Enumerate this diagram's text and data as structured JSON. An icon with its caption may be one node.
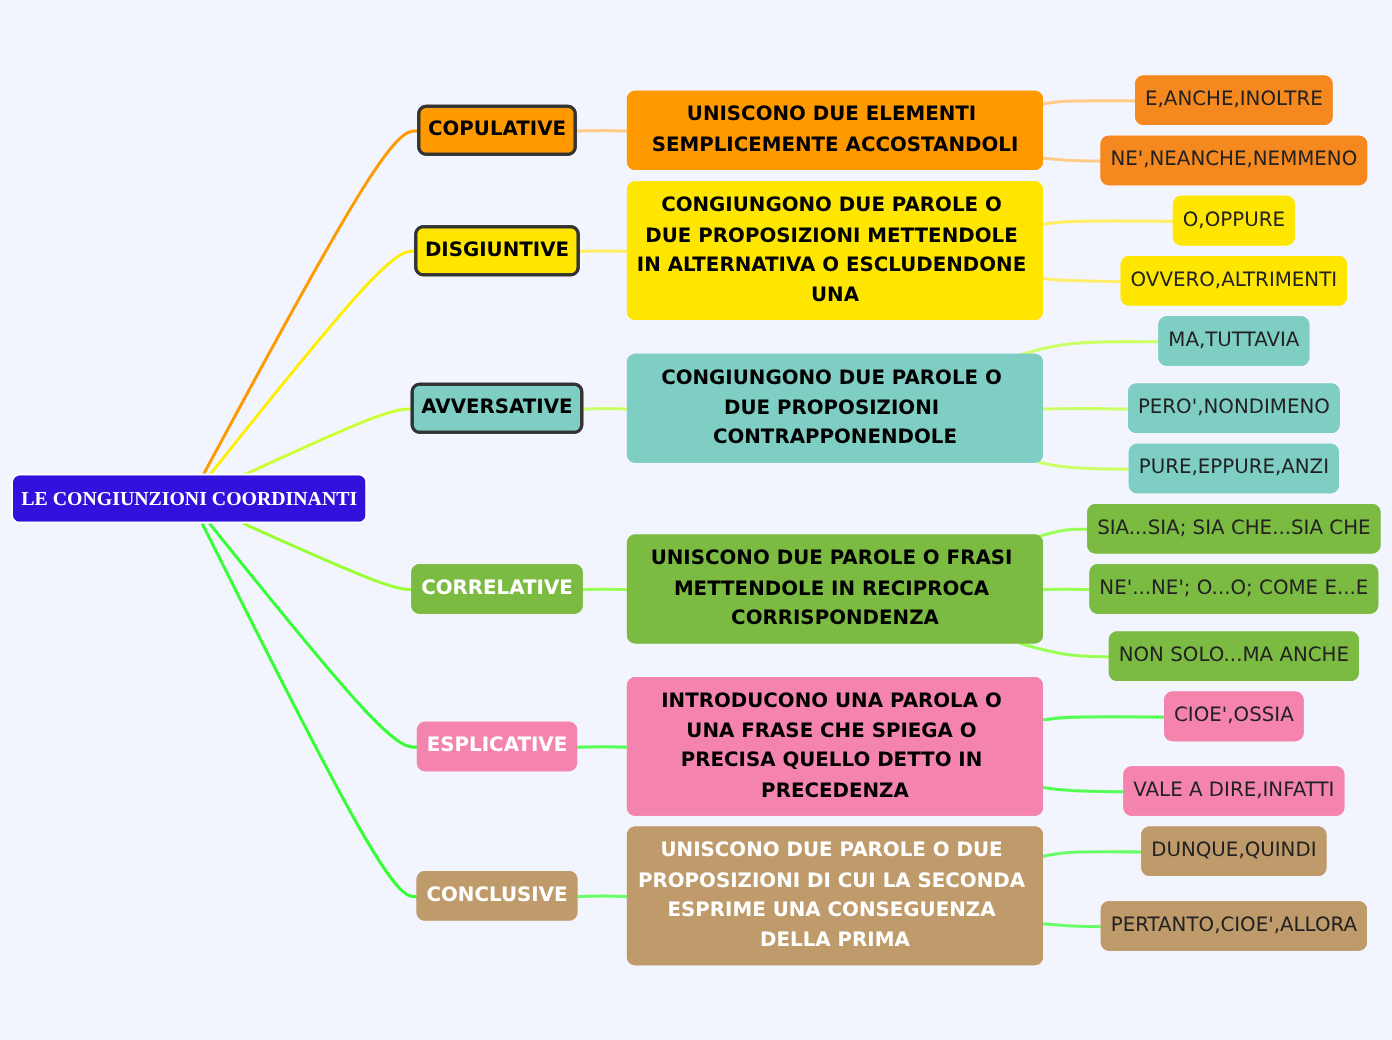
{
  "diagram": {
    "nodes": [
      {
        "text": [
          "LE CONGIUNZIONI COORDINANTI"
        ]
      },
      {
        "text": [
          "COPULATIVE"
        ]
      },
      {
        "text": [
          "UNISCONO DUE ELEMENTI SEMPLICEMENTE ACCOSTANDOLI"
        ]
      },
      {
        "text": [
          "E,ANCHE,INOLTRE"
        ]
      },
      {
        "text": [
          "NE',NEANCHE,NEMMENO"
        ]
      },
      {
        "text": [
          "DISGIUNTIVE"
        ]
      },
      {
        "text": [
          "CONGIUNGONO DUE PAROLE O DUE PROPOSIZIONI METTENDOLE IN ALTERNATIVA O ESCLUDENDONE UNA"
        ]
      },
      {
        "text": [
          "O,OPPURE"
        ]
      },
      {
        "text": [
          "OVVERO,ALTRIMENTI"
        ]
      },
      {
        "text": [
          "AVVERSATIVE"
        ]
      },
      {
        "text": [
          "CONGIUNGONO DUE PAROLE O DUE PROPOSIZIONI CONTRAPPONENDOLE"
        ]
      },
      {
        "text": [
          "MA,TUTTAVIA"
        ]
      },
      {
        "text": [
          "PERO',NONDIMENO"
        ]
      },
      {
        "text": [
          "PURE,EPPURE,ANZI"
        ]
      },
      {
        "text": [
          "CORRELATIVE"
        ]
      },
      {
        "text": [
          "UNISCONO DUE PAROLE O FRASI METTENDOLE IN RECIPROCA CORRISPONDENZA"
        ]
      },
      {
        "text": [
          "SIA...SIA; SIA CHE...SIA CHE"
        ]
      },
      {
        "text": [
          "NE'...NE'; O...O; COME E...E"
        ]
      },
      {
        "text": [
          "NON SOLO...MA ANCHE"
        ]
      },
      {
        "text": [
          "ESPLICATIVE"
        ]
      },
      {
        "text": [
          "INTRODUCONO UNA PAROLA O UNA FRASE CHE SPIEGA O PRECISA QUELLO DETTO IN PRECEDENZA"
        ]
      },
      {
        "text": [
          "CIOE',OSSIA"
        ]
      },
      {
        "text": [
          "VALE A DIRE,INFATTI"
        ]
      },
      {
        "text": [
          "CONCLUSIVE"
        ]
      },
      {
        "text": [
          "UNISCONO DUE PAROLE O DUE PROPOSIZIONI DI CUI LA SECONDA ESPRIME UNA CONSEGUENZA DELLA PRIMA"
        ]
      },
      {
        "text": [
          "DUNQUE,QUINDI"
        ]
      },
      {
        "text": [
          "PERTANTO,CIOE',ALLORA"
        ]
      }
    ],
    "edges": [
      {
        "from": 0,
        "to": 1,
        "arrow": "none",
        "color": "#ff9900"
      },
      {
        "from": 1,
        "to": 2,
        "arrow": "none",
        "color": "#ffcc88"
      },
      {
        "from": 2,
        "to": 3,
        "arrow": "none",
        "color": "#ffcc88"
      },
      {
        "from": 2,
        "to": 4,
        "arrow": "none",
        "color": "#ffcc88"
      },
      {
        "from": 0,
        "to": 5,
        "arrow": "none",
        "color": "#ffee00"
      },
      {
        "from": 5,
        "to": 6,
        "arrow": "none",
        "color": "#ffee66"
      },
      {
        "from": 6,
        "to": 7,
        "arrow": "none",
        "color": "#ffee66"
      },
      {
        "from": 6,
        "to": 8,
        "arrow": "none",
        "color": "#ffee66"
      },
      {
        "from": 0,
        "to": 9,
        "arrow": "none",
        "color": "#ccff33"
      },
      {
        "from": 9,
        "to": 10,
        "arrow": "none",
        "color": "#ccff66"
      },
      {
        "from": 10,
        "to": 11,
        "arrow": "none",
        "color": "#ccff66"
      },
      {
        "from": 10,
        "to": 12,
        "arrow": "none",
        "color": "#ccff66"
      },
      {
        "from": 10,
        "to": 13,
        "arrow": "none",
        "color": "#ccff66"
      },
      {
        "from": 0,
        "to": 14,
        "arrow": "none",
        "color": "#99ff33"
      },
      {
        "from": 14,
        "to": 15,
        "arrow": "none",
        "color": "#99ff55"
      },
      {
        "from": 15,
        "to": 16,
        "arrow": "none",
        "color": "#99ff55"
      },
      {
        "from": 15,
        "to": 17,
        "arrow": "none",
        "color": "#99ff55"
      },
      {
        "from": 15,
        "to": 18,
        "arrow": "none",
        "color": "#99ff55"
      },
      {
        "from": 0,
        "to": 19,
        "arrow": "none",
        "color": "#33ff33"
      },
      {
        "from": 19,
        "to": 20,
        "arrow": "none",
        "color": "#55ff55"
      },
      {
        "from": 20,
        "to": 21,
        "arrow": "none",
        "color": "#55ff55"
      },
      {
        "from": 20,
        "to": 22,
        "arrow": "none",
        "color": "#55ff55"
      },
      {
        "from": 0,
        "to": 23,
        "arrow": "none",
        "color": "#33ff33"
      },
      {
        "from": 23,
        "to": 24,
        "arrow": "none",
        "color": "#66ff66"
      },
      {
        "from": 24,
        "to": 25,
        "arrow": "none",
        "color": "#66ff66"
      },
      {
        "from": 24,
        "to": 26,
        "arrow": "none",
        "color": "#66ff66"
      }
    ]
  }
}
